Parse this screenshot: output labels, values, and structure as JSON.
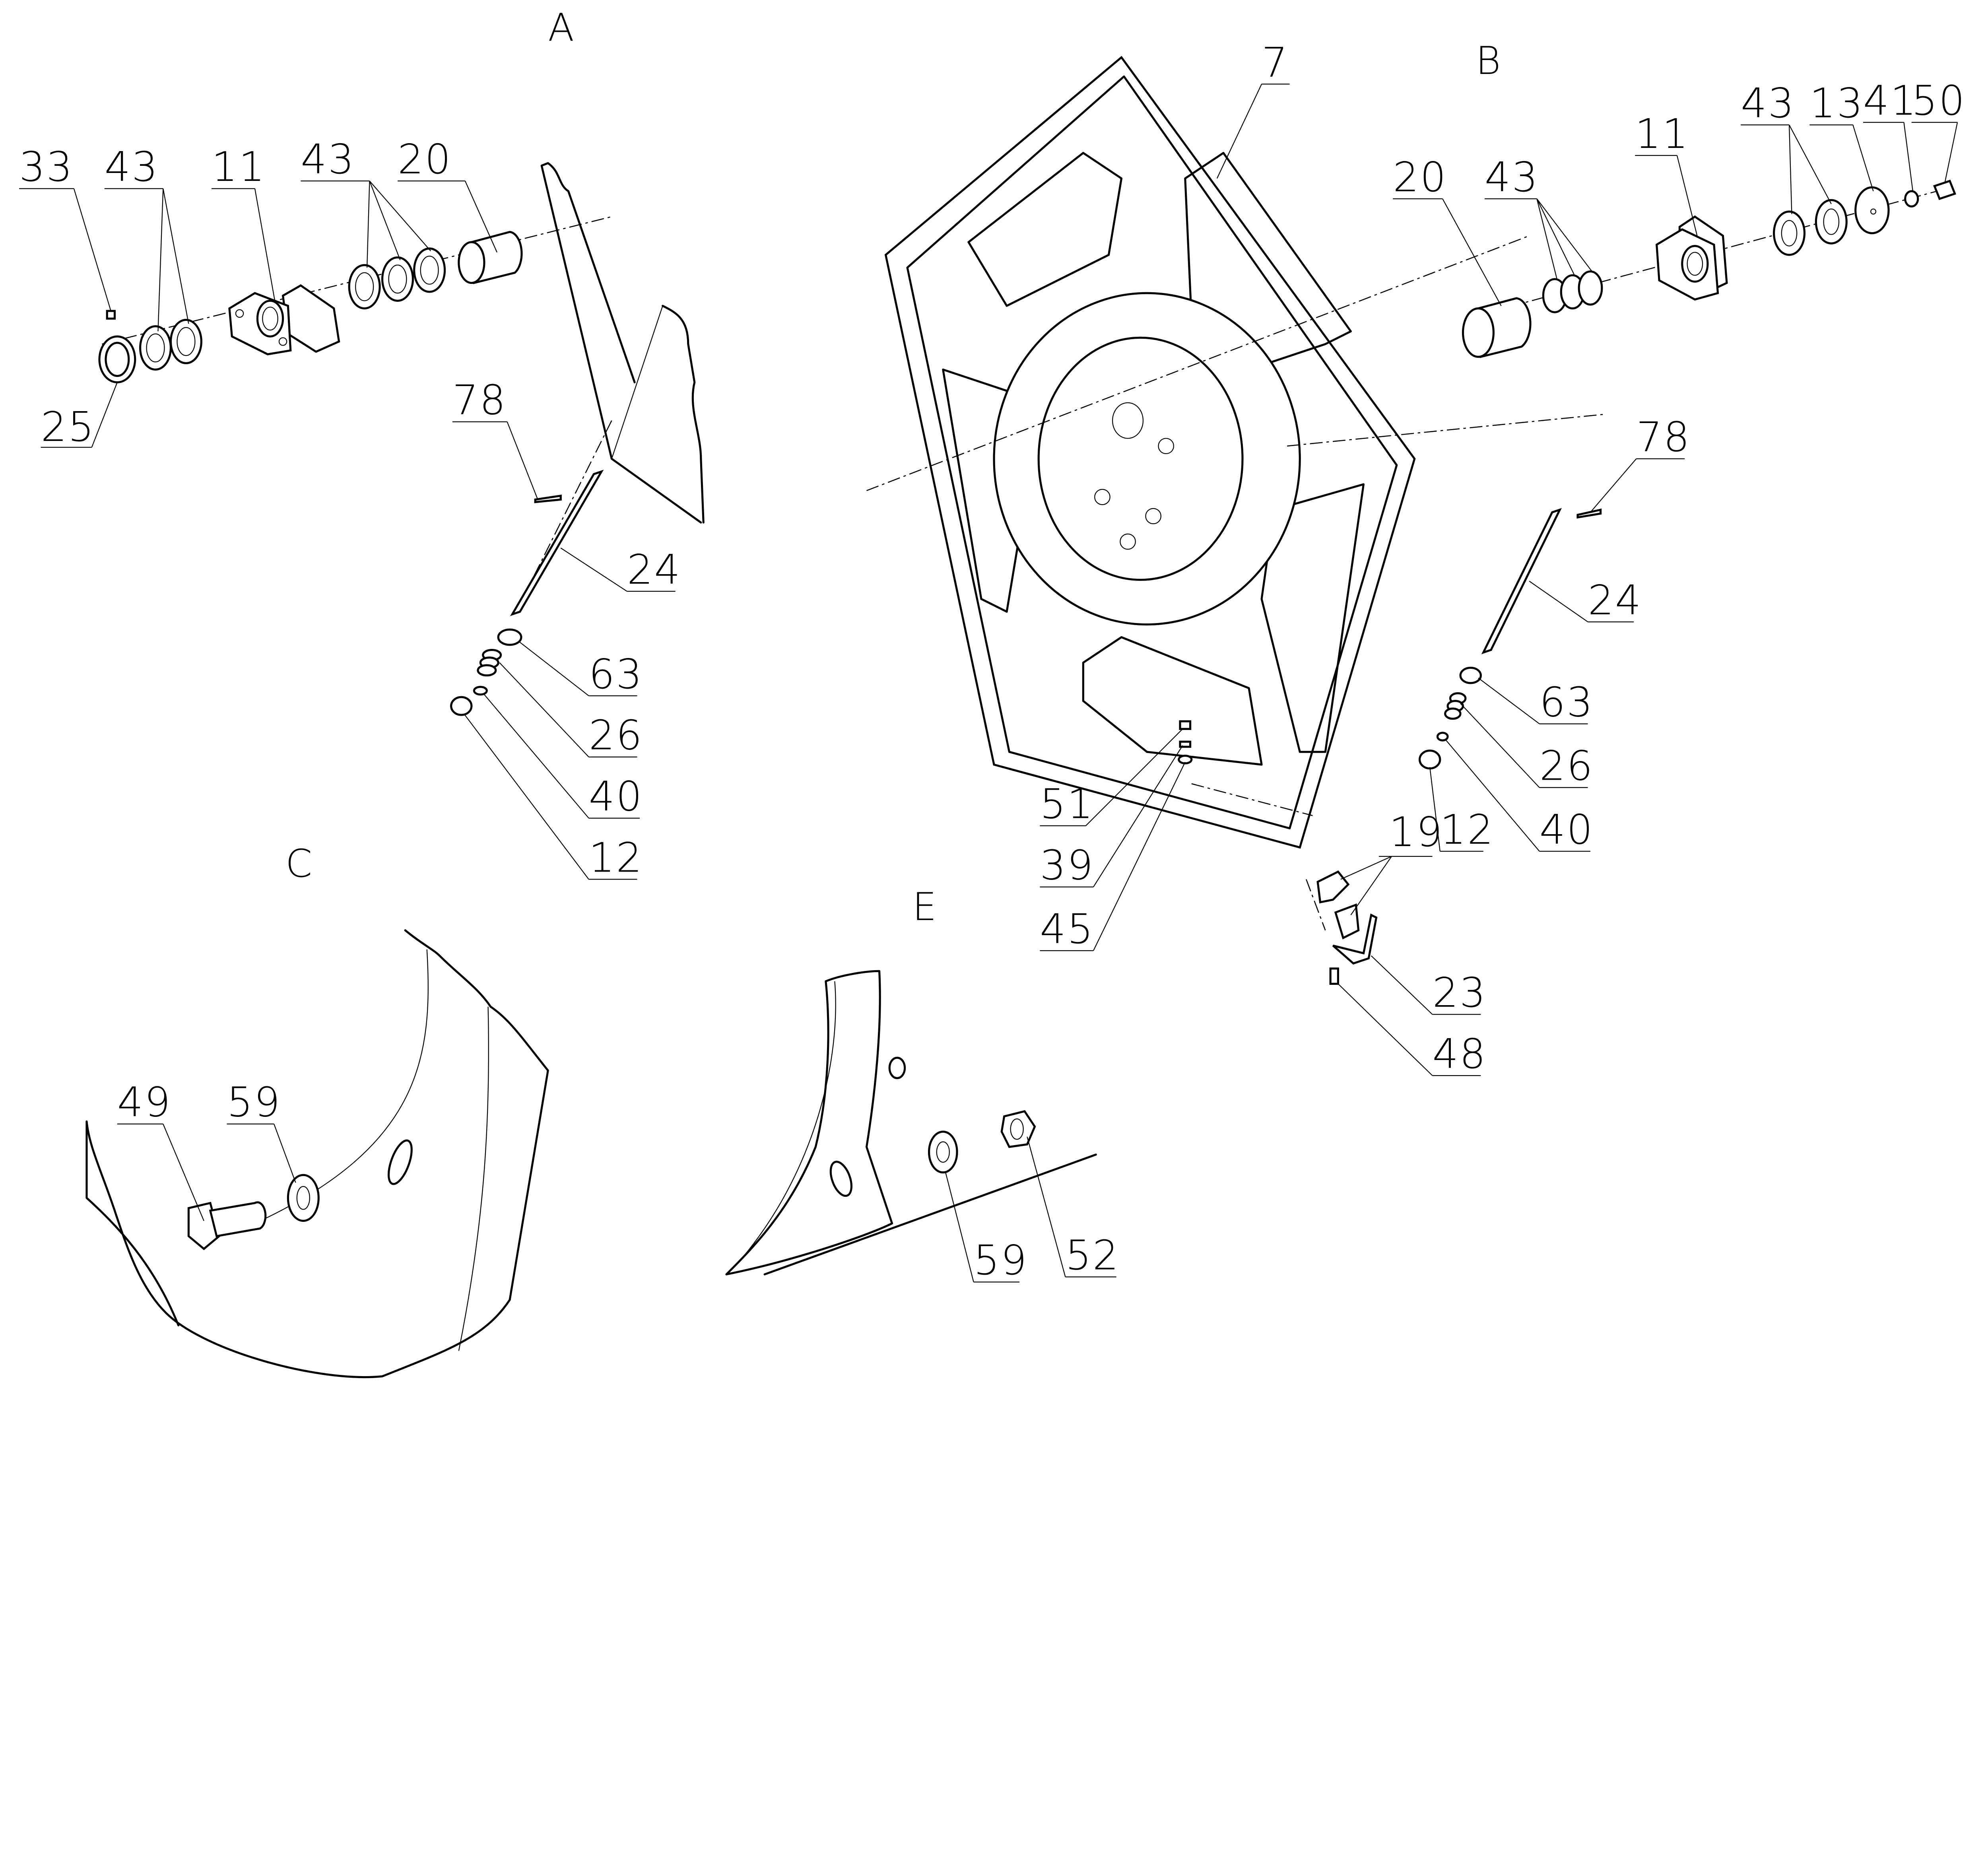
{
  "sections": {
    "A": "A",
    "B": "B",
    "C": "C",
    "E": "E"
  },
  "callouts": {
    "main_frame": "7",
    "a_33": "33",
    "a_43_left": "43",
    "a_11": "11",
    "a_43_right": "43",
    "a_20": "20",
    "a_25": "25",
    "a_78": "78",
    "a_24": "24",
    "a_63": "63",
    "a_26": "26",
    "a_40": "40",
    "a_12": "12",
    "b_20": "20",
    "b_43_left": "43",
    "b_11": "11",
    "b_43_right": "43",
    "b_13": "13",
    "b_41": "41",
    "b_50": "50",
    "b_78": "78",
    "b_24": "24",
    "b_63": "63",
    "b_26": "26",
    "b_12": "12",
    "b_40": "40",
    "b_19": "19",
    "b_23": "23",
    "b_48": "48",
    "f_51": "51",
    "f_39": "39",
    "f_45": "45",
    "c_49": "49",
    "c_59": "59",
    "e_59": "59",
    "e_52": "52"
  }
}
